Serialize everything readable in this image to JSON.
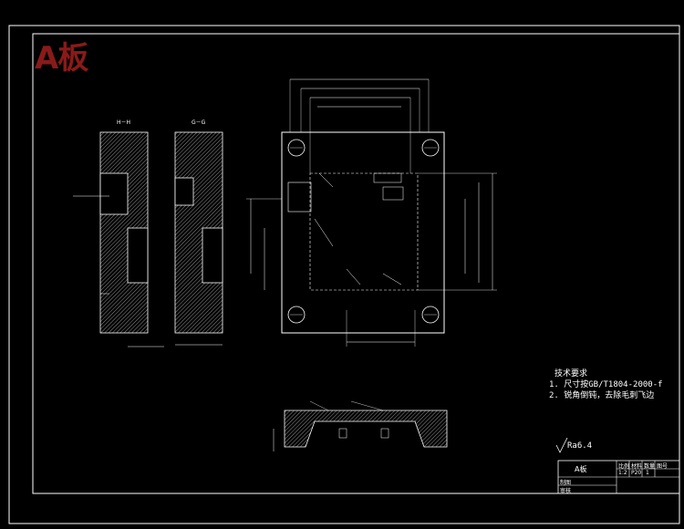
{
  "drawing": {
    "title_watermark": "A板",
    "section_labels": {
      "hh": "H－H",
      "gg": "G－G"
    },
    "technical_requirements": {
      "heading": "技术要求",
      "items": [
        "1. 尺寸按GB/T1804-2000-f",
        "2. 锐角倒钝，去除毛刺飞边"
      ]
    },
    "roughness": "Ra6.4",
    "title_block": {
      "part_name": "A板",
      "headers": [
        "比例",
        "材料",
        "数量",
        "图号"
      ],
      "values": [
        "1:2",
        "P20",
        "1",
        ""
      ],
      "row_labels": [
        "制图",
        "审核"
      ]
    },
    "colors": {
      "line": "#ffffff",
      "accent": "#8a1a1a",
      "background": "#000000"
    }
  }
}
